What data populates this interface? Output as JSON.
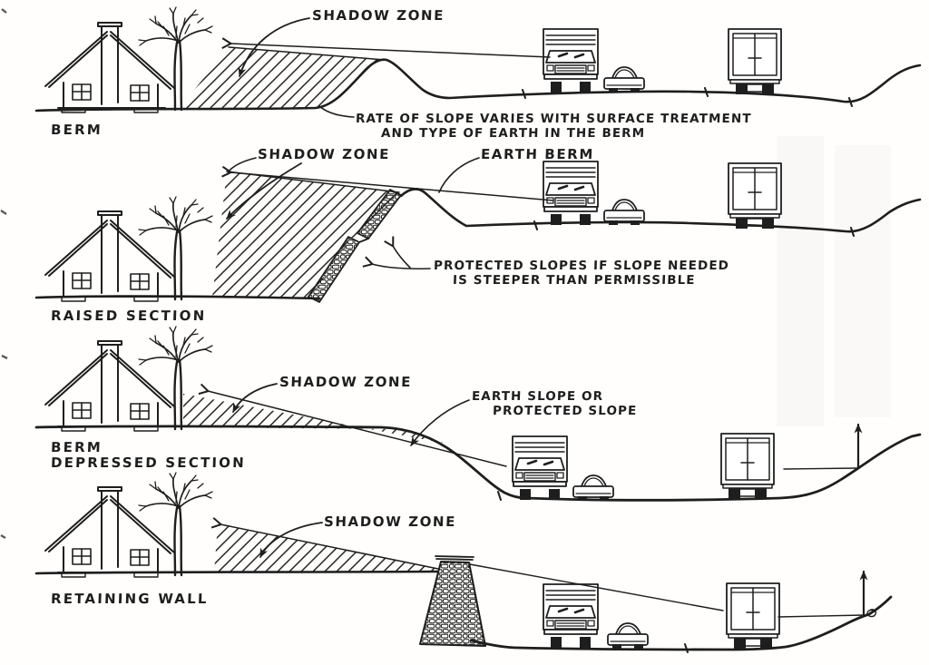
{
  "colors": {
    "ink": "#1e1e1e",
    "paper": "#fffefc"
  },
  "sections": [
    {
      "id": "berm",
      "title_lines": [
        "BERM"
      ],
      "shadow_zone_label": "SHADOW ZONE",
      "notes": [
        "RATE OF SLOPE VARIES WITH SURFACE TREATMENT",
        "AND TYPE OF EARTH IN THE BERM"
      ]
    },
    {
      "id": "raised-section",
      "title_lines": [
        "RAISED SECTION"
      ],
      "shadow_zone_label": "SHADOW ZONE",
      "earth_berm_label": "EARTH BERM",
      "notes": [
        "PROTECTED SLOPES IF SLOPE NEEDED",
        "IS STEEPER THAN PERMISSIBLE"
      ]
    },
    {
      "id": "berm-depressed-section",
      "title_lines": [
        "BERM",
        "DEPRESSED SECTION"
      ],
      "shadow_zone_label": "SHADOW ZONE",
      "notes": [
        "EARTH SLOPE OR",
        "PROTECTED SLOPE"
      ]
    },
    {
      "id": "retaining-wall",
      "title_lines": [
        "RETAINING WALL"
      ],
      "shadow_zone_label": "SHADOW ZONE",
      "notes": []
    }
  ]
}
